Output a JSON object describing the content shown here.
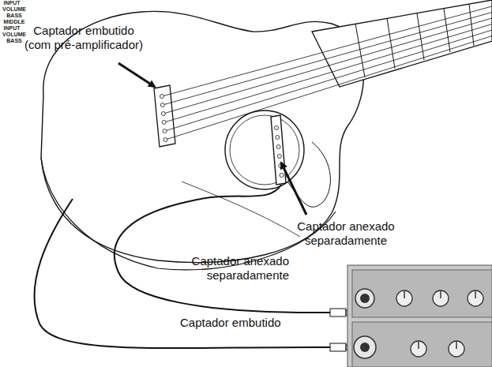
{
  "diagram": {
    "labels": [
      "Captador embutido (com pré-amplificador)",
      "Captador anexado separadamente",
      "Captador anexado separadamente",
      "Captador embutido",
      "INPUT",
      "VOLUME",
      "BASS",
      "MIDDLE",
      "INPUT",
      "VOLUME",
      "BASS"
    ]
  }
}
